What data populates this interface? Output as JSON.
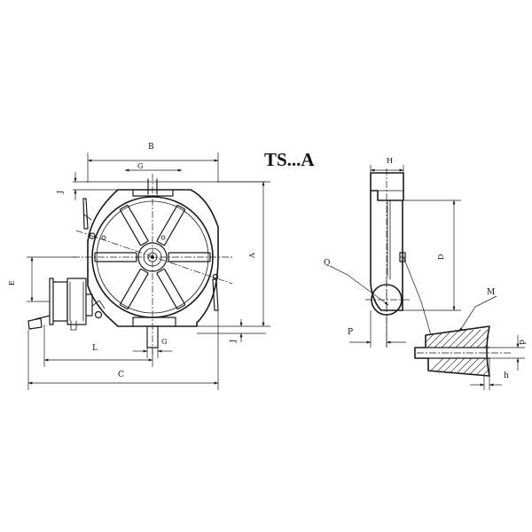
{
  "title": "TS...A",
  "labels": {
    "B": "B",
    "G_top": "G",
    "G_bottom": "G",
    "J_top": "J",
    "J_bottom": "J",
    "A": "A",
    "E": "E",
    "L": "L",
    "C": "C",
    "H": "H",
    "Q": "Q",
    "D": "D",
    "M": "M",
    "P": "P",
    "d": "d",
    "h": "h"
  },
  "colors": {
    "ink": "#1a1a1a",
    "background": "#ffffff"
  }
}
